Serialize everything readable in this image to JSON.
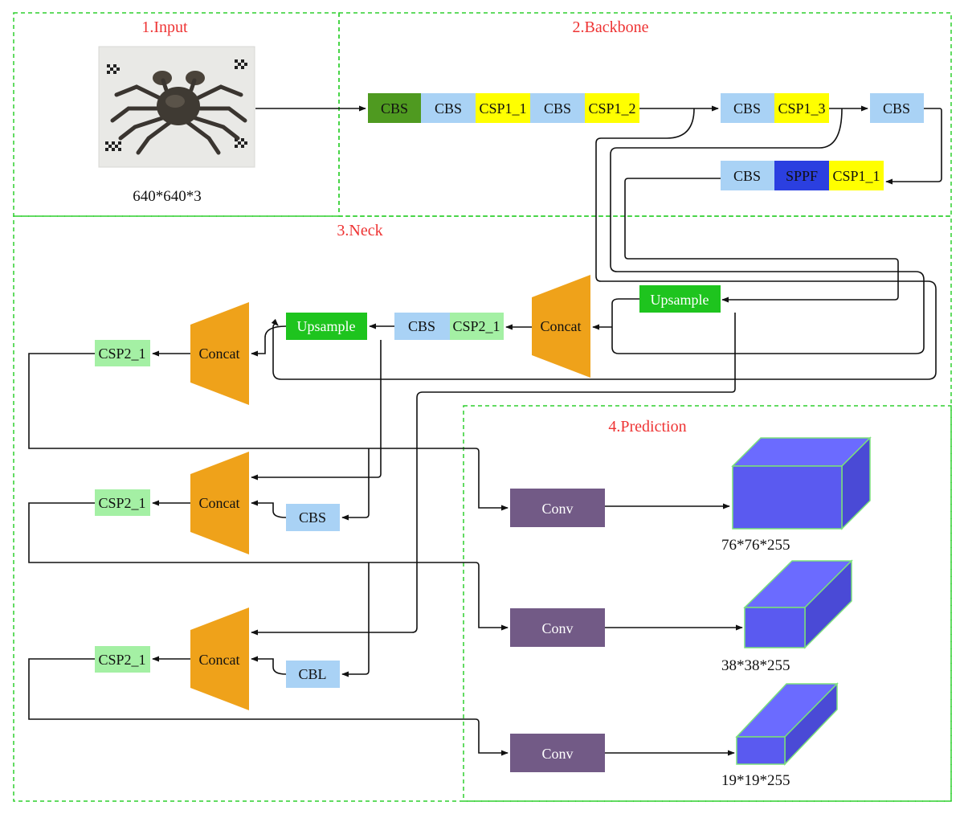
{
  "colors": {
    "region_border": "#2fcf2f",
    "title": "#ee3333",
    "cbs_dark": "#4f9a20",
    "cbs": "#a9d2f5",
    "csp1": "#ffff00",
    "sppf": "#2b3fe0",
    "upsample": "#1ec41e",
    "csp2": "#a4f0a4",
    "concat": "#efa21a",
    "conv": "#725a86",
    "cube_front": "#5a5af0",
    "cube_top": "#6b6bff",
    "cube_side": "#4a4ad6"
  },
  "regions": {
    "input": "1.Input",
    "backbone": "2.Backbone",
    "neck": "3.Neck",
    "prediction": "4.Prediction"
  },
  "input": {
    "image_icon": "crab-photo",
    "size_label": "640*640*3"
  },
  "backbone": {
    "row1": [
      "CBS",
      "CBS",
      "CSP1_1",
      "CBS",
      "CSP1_2"
    ],
    "row1b": [
      "CBS",
      "CSP1_3"
    ],
    "row1c": "CBS",
    "row2": [
      "CBS",
      "SPPF",
      "CSP1_1"
    ]
  },
  "neck": {
    "upsample_top": "Upsample",
    "concat_top": "Concat",
    "cbs_mid": "CBS",
    "csp2_mid": "CSP2_1",
    "upsample_mid": "Upsample",
    "concat_1": "Concat",
    "csp2_1": "CSP2_1",
    "concat_2": "Concat",
    "cbs_2": "CBS",
    "csp2_2": "CSP2_1",
    "concat_3": "Concat",
    "cbl_3": "CBL",
    "csp2_3": "CSP2_1"
  },
  "prediction": {
    "conv_labels": [
      "Conv",
      "Conv",
      "Conv"
    ],
    "outputs": [
      "76*76*255",
      "38*38*255",
      "19*19*255"
    ]
  }
}
